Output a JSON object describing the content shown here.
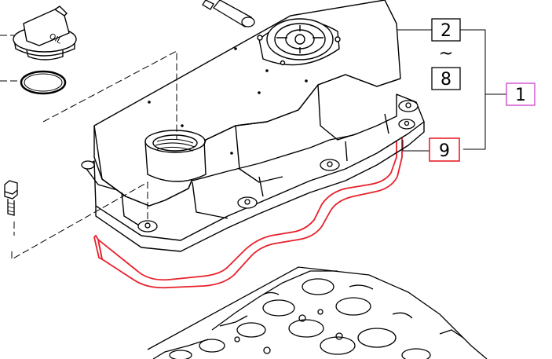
{
  "callouts": {
    "c2": "2",
    "tilde": "~",
    "c8": "8",
    "c1": "1",
    "c9": "9"
  },
  "colors": {
    "line": "#000000",
    "gasket_highlight": "#e8202a",
    "group_box": "#d040c8",
    "background": "#ffffff"
  },
  "icons": [
    "oil-filler-cap",
    "o-ring",
    "bolt",
    "breather-valve",
    "valve-cover",
    "gasket",
    "cylinder-head"
  ]
}
